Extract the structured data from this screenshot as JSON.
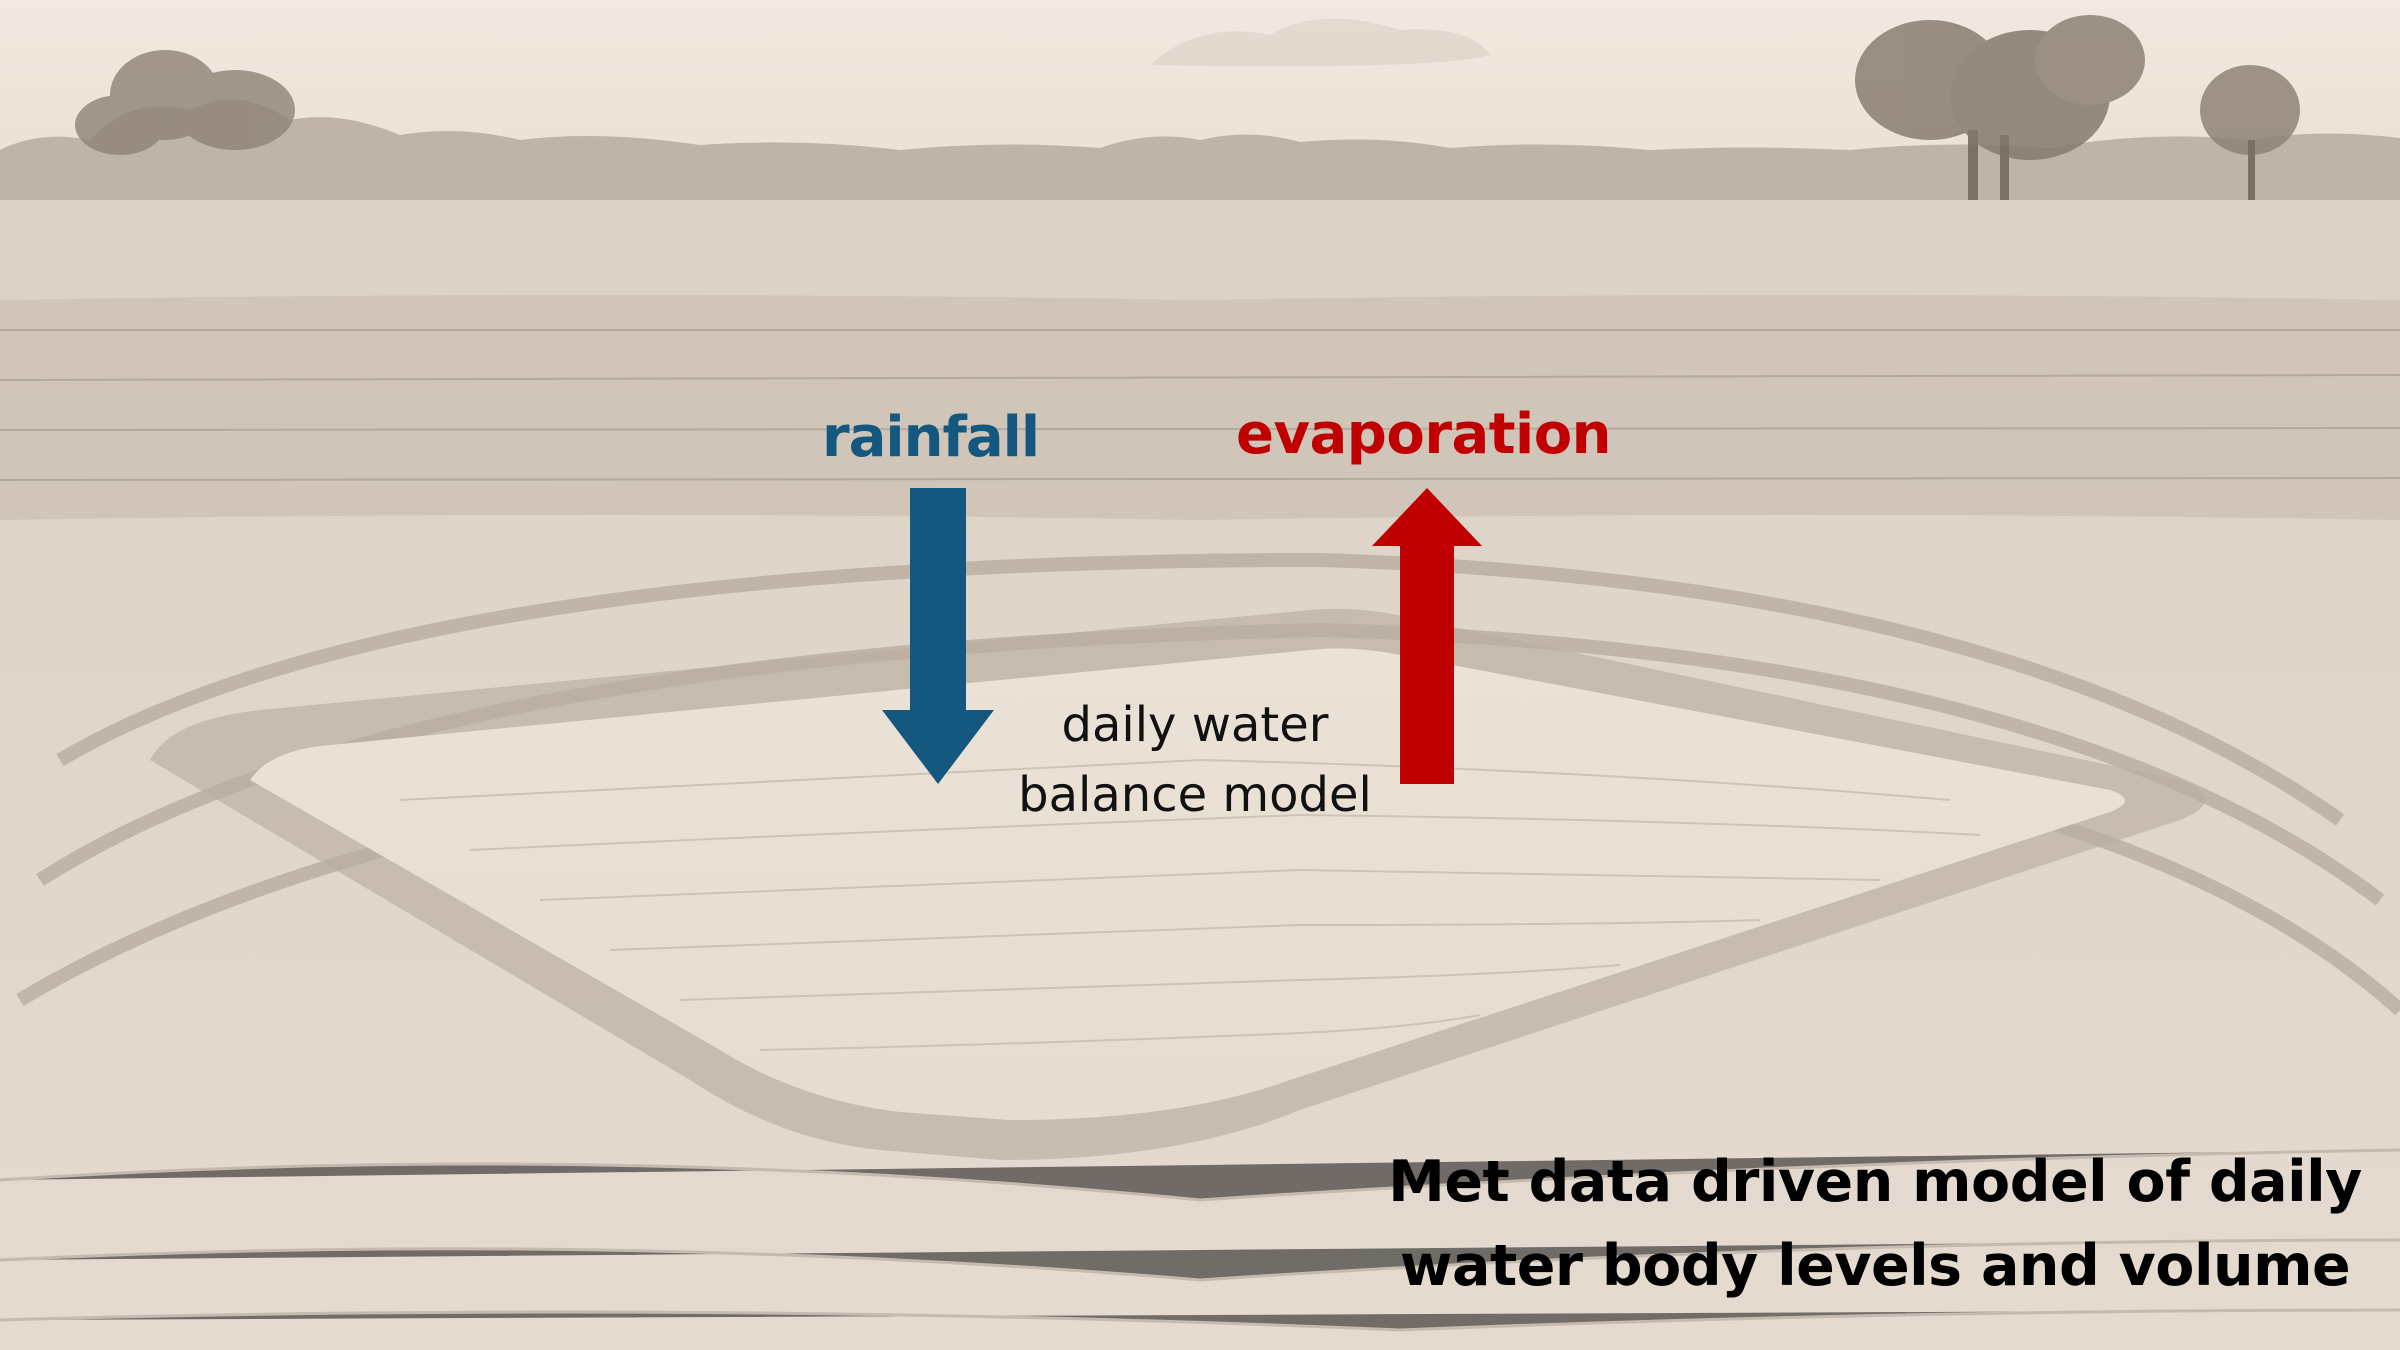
{
  "labels": {
    "rainfall": "rainfall",
    "evaporation": "evaporation",
    "model_line1": "daily water",
    "model_line2": "balance model"
  },
  "caption": {
    "line1": "Met data driven model of daily",
    "line2": "water body levels and volume"
  },
  "colors": {
    "rainfall": "#14587f",
    "evaporation": "#c00000",
    "paper": "#ede4d9",
    "pencil": "#8a7f74"
  },
  "icons": {
    "rainfall_arrow": "arrow-down-icon",
    "evaporation_arrow": "arrow-up-icon"
  }
}
